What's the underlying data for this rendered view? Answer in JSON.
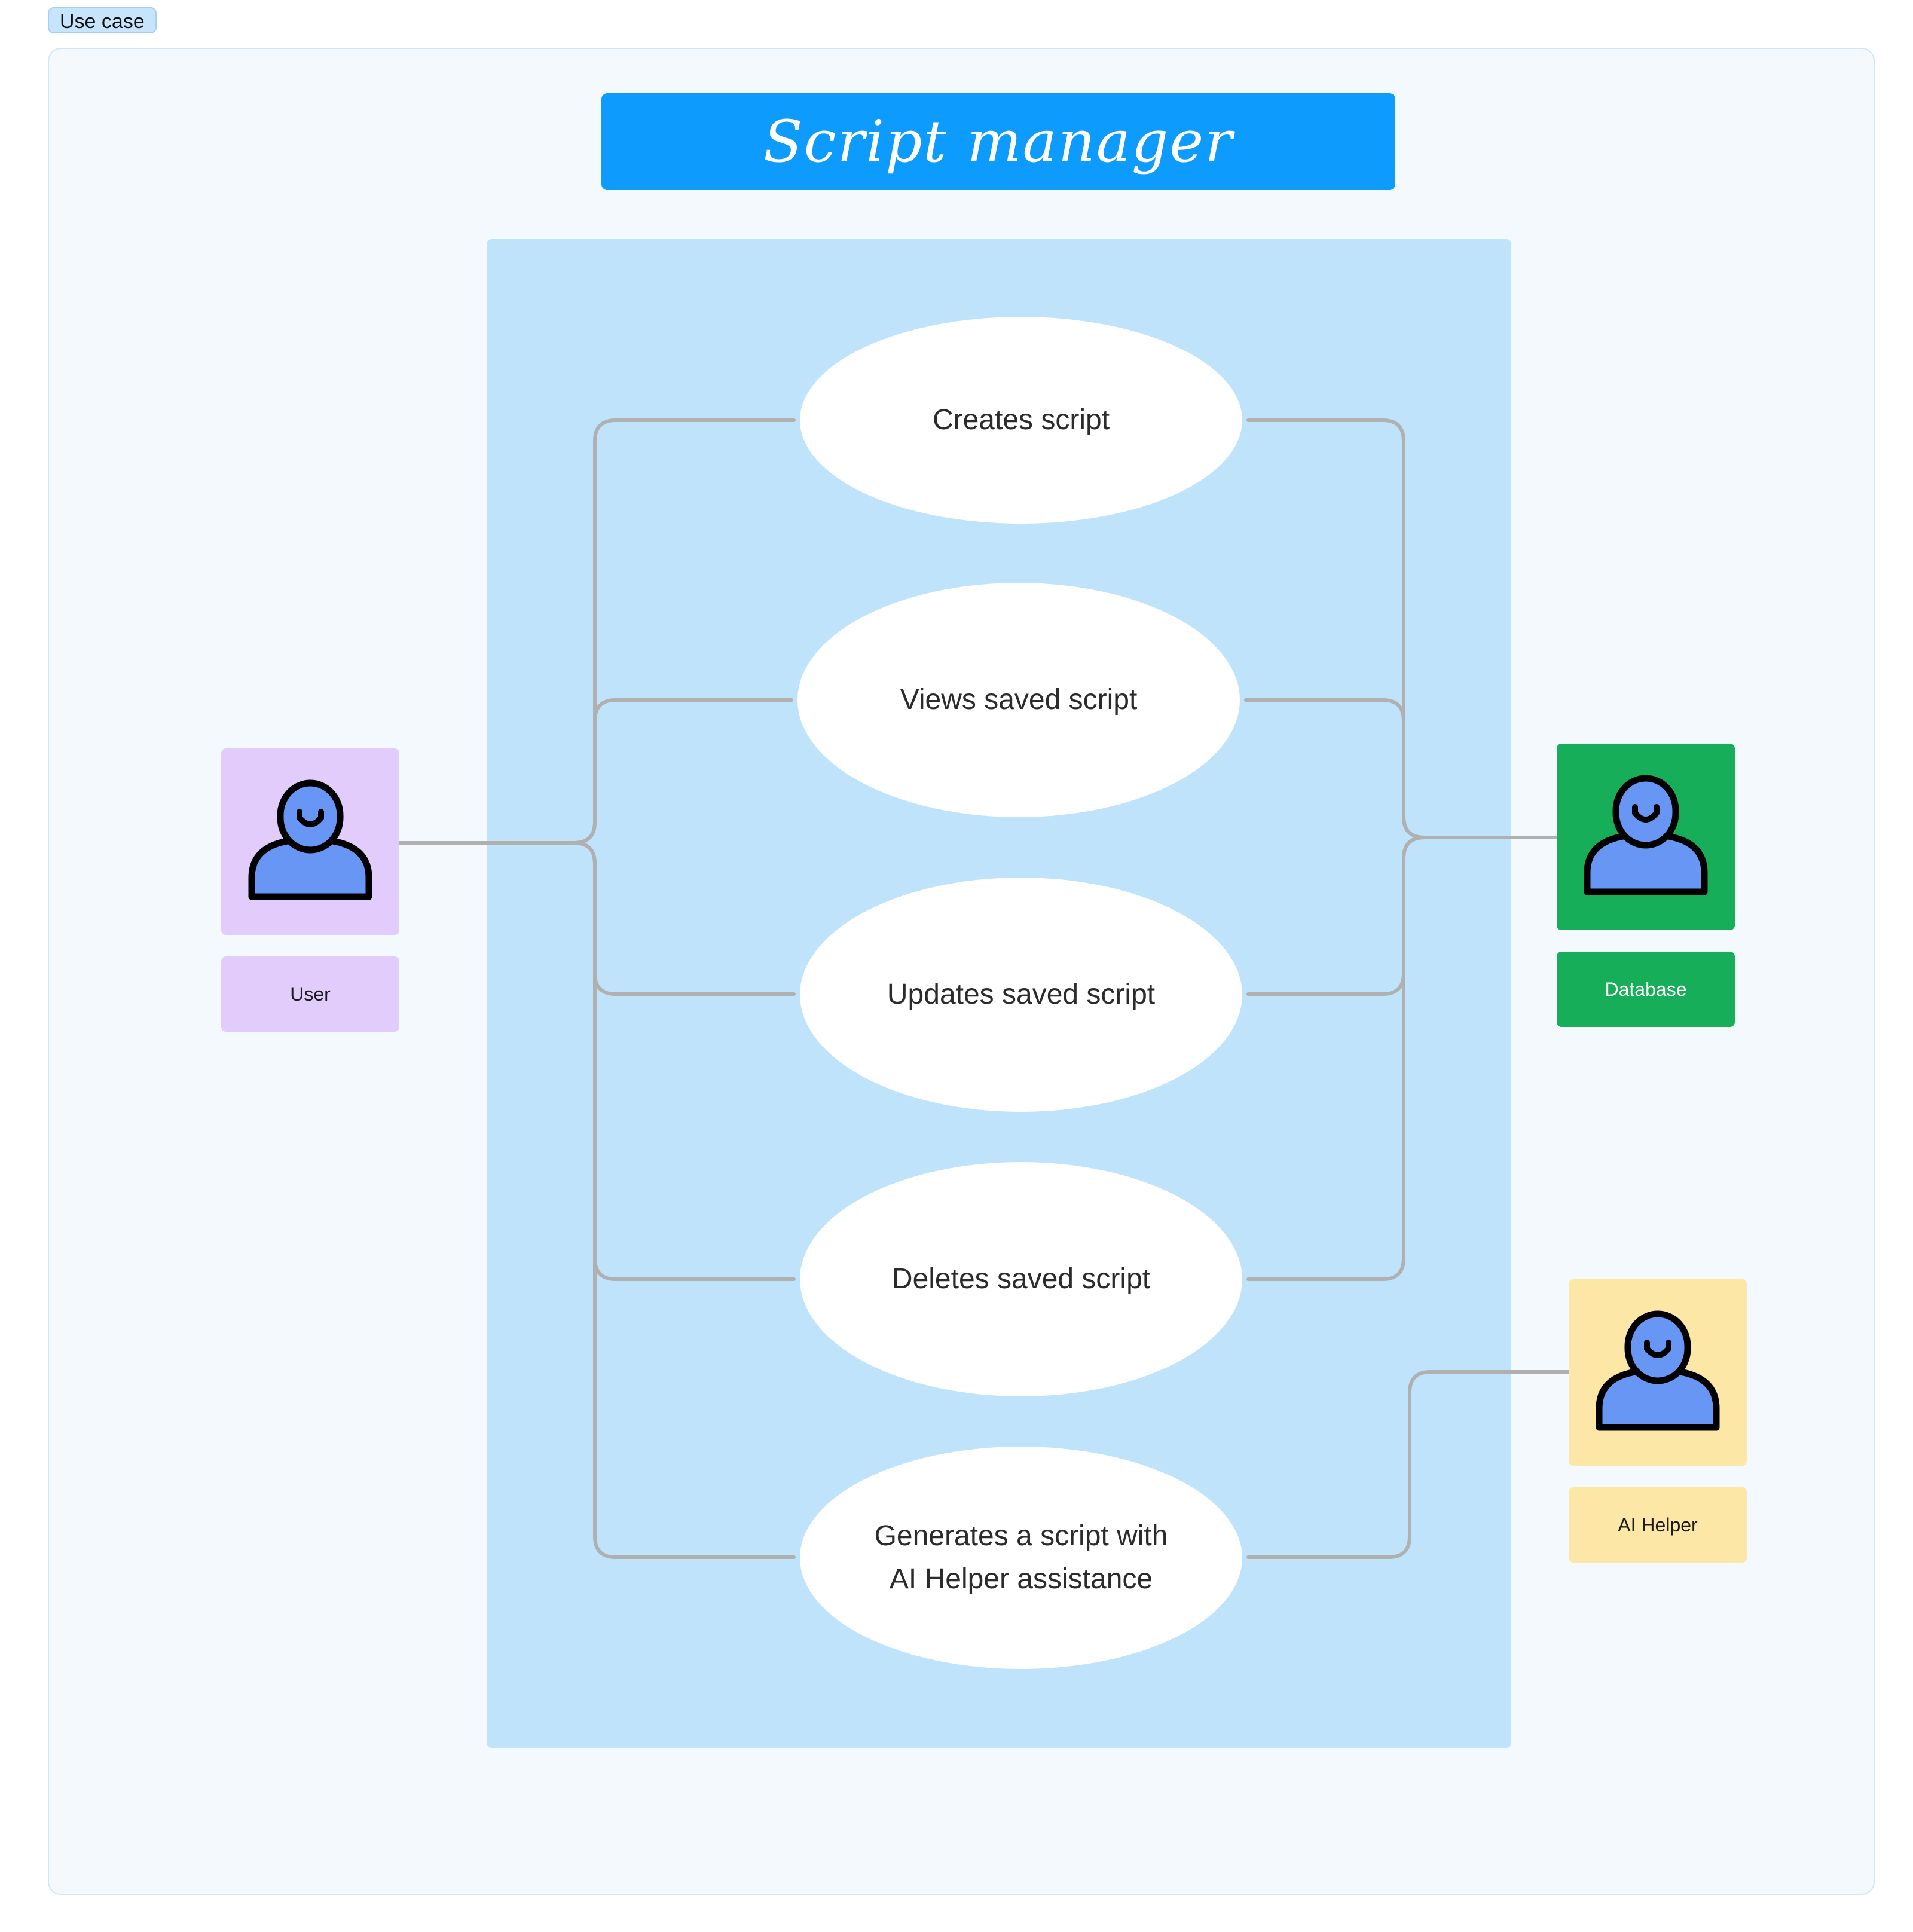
{
  "tag": {
    "label": "Use case"
  },
  "title": "Script manager",
  "use_cases": [
    "Creates script",
    "Views saved script",
    "Updates saved script",
    "Deletes saved script",
    "Generates a script with\nAI Helper assistance"
  ],
  "actors": {
    "user": {
      "label": "User",
      "color": "#e2ccfb",
      "icon": "person-icon"
    },
    "database": {
      "label": "Database",
      "color": "#16ae59",
      "icon": "person-icon"
    },
    "ai_helper": {
      "label": "AI Helper",
      "color": "#fde7a6",
      "icon": "person-icon"
    }
  },
  "colors": {
    "title_bg": "#0e9bfe",
    "system_bg": "#bfe3fb",
    "connector": "#b0b0b0",
    "icon_fill": "#6896f4"
  }
}
